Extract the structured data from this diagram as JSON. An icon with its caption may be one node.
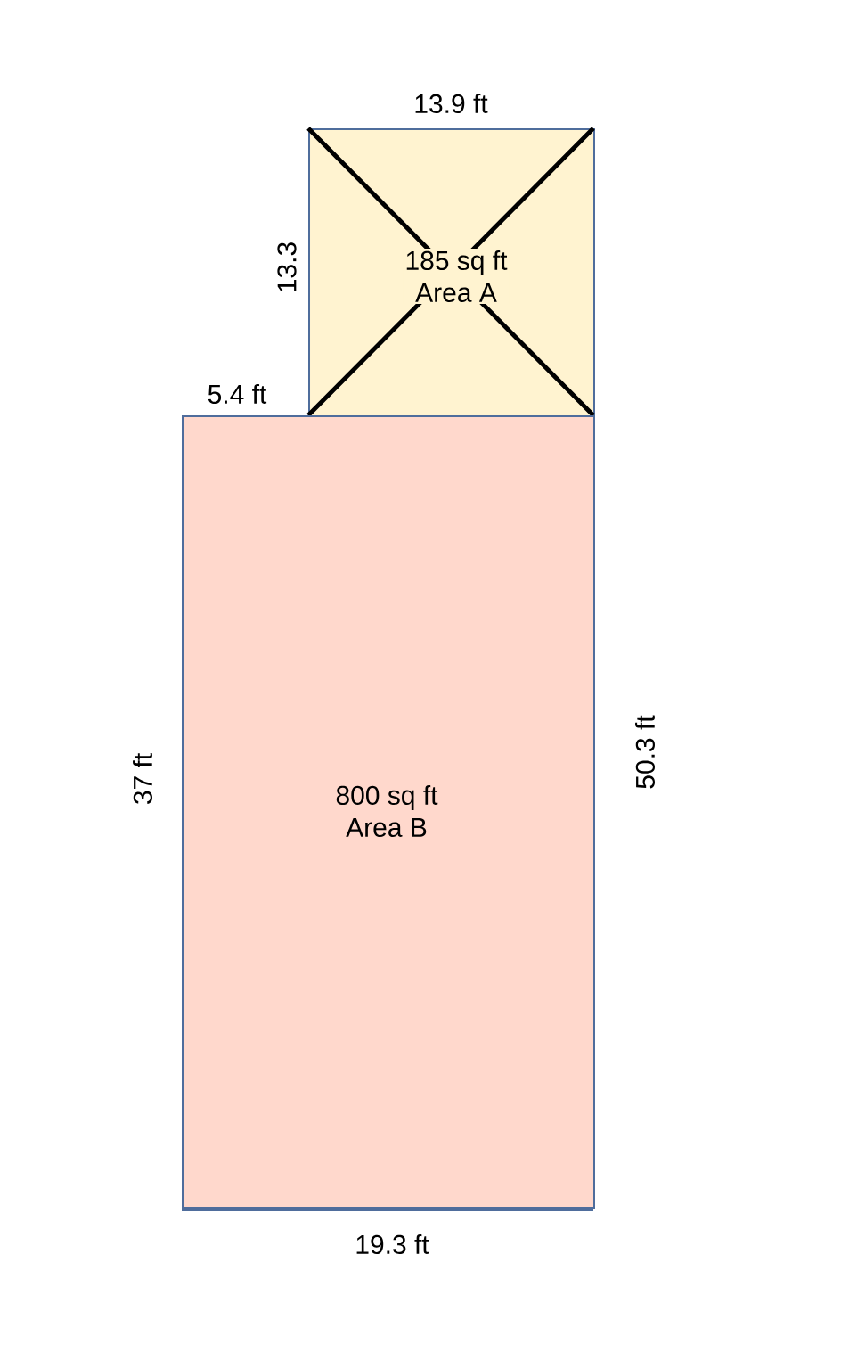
{
  "diagram": {
    "nodes": [
      {
        "text": [
          "185 sq ft",
          "Area A"
        ]
      },
      {
        "text": [
          "800 sq ft",
          "Area B"
        ]
      }
    ],
    "labels": [
      "13.9 ft",
      "13.3",
      "5.4 ft",
      "37 ft",
      "50.3 ft",
      "19.3 ft"
    ]
  }
}
